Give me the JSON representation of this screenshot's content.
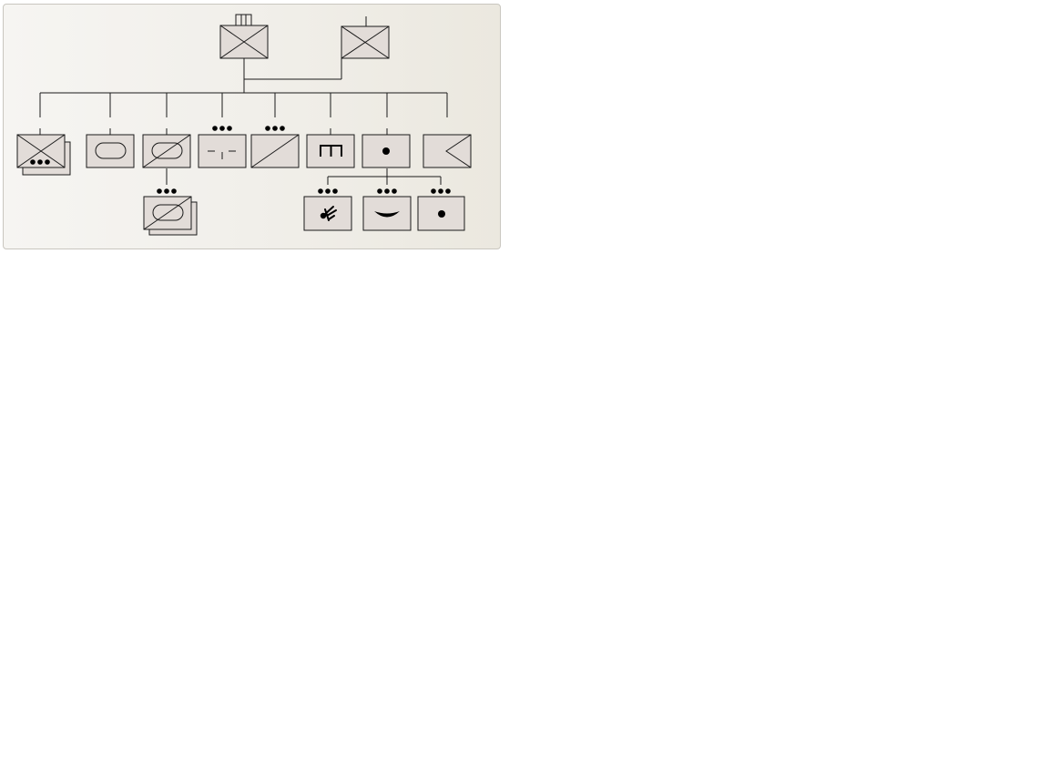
{
  "diagram": {
    "type": "military unit symbol organization chart",
    "colors": {
      "symbol_fill": "#e2dcd8",
      "line": "#1a1a1a",
      "ink": "#000000",
      "panel_background": "#f1efea"
    },
    "units": [
      {
        "id": "hq",
        "icon": "infantry-brigade-headquarters-icon",
        "echelon": "brigade"
      },
      {
        "id": "infantry-attached",
        "icon": "infantry-icon",
        "echelon": "none"
      },
      {
        "id": "infantry-battalions",
        "icon": "infantry-icon",
        "echelon": "battalion",
        "multiple": true
      },
      {
        "id": "armor",
        "icon": "armor-icon",
        "echelon": "none"
      },
      {
        "id": "armored-infantry",
        "icon": "armored-infantry-icon",
        "echelon": "none"
      },
      {
        "id": "signal",
        "icon": "signal-icon",
        "echelon": "battalion"
      },
      {
        "id": "cavalry",
        "icon": "cavalry-icon",
        "echelon": "battalion"
      },
      {
        "id": "engineer",
        "icon": "engineer-icon",
        "echelon": "none"
      },
      {
        "id": "artillery",
        "icon": "artillery-icon",
        "echelon": "none"
      },
      {
        "id": "air-defense",
        "icon": "air-defense-icon",
        "echelon": "none"
      },
      {
        "id": "armored-infantry-battalions",
        "icon": "armored-infantry-icon",
        "echelon": "battalion",
        "multiple": true
      },
      {
        "id": "rocket-artillery",
        "icon": "rocket-artillery-icon",
        "echelon": "battalion"
      },
      {
        "id": "airborne-artillery",
        "icon": "airborne-artillery-icon",
        "echelon": "battalion"
      },
      {
        "id": "field-artillery",
        "icon": "artillery-icon",
        "echelon": "battalion"
      }
    ]
  }
}
